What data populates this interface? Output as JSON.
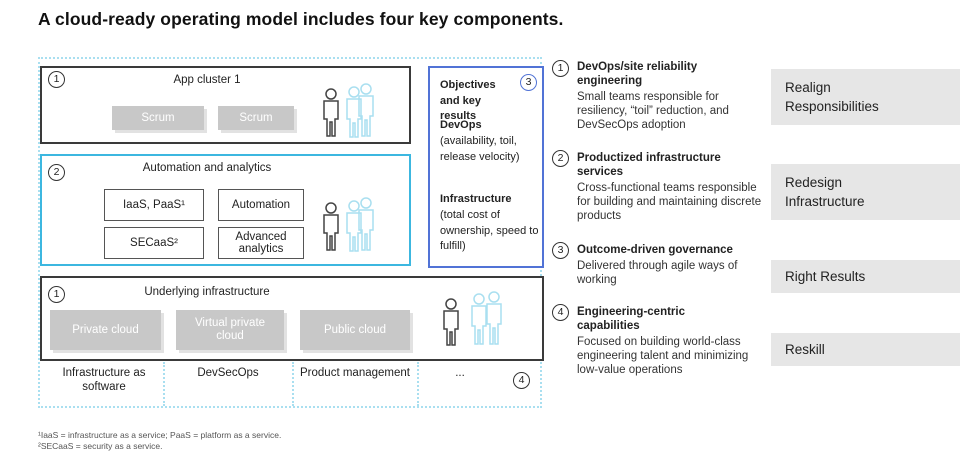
{
  "title": "A cloud-ready operating model includes four key components.",
  "app_cluster": {
    "number": "1",
    "title": "App cluster 1",
    "buttons": [
      "Scrum",
      "Scrum"
    ]
  },
  "automation": {
    "number": "2",
    "title": "Automation and analytics",
    "buttons": [
      "IaaS, PaaS¹",
      "Automation",
      "SECaaS²",
      "Advanced analytics"
    ]
  },
  "infrastructure": {
    "number": "1",
    "title": "Underlying infrastructure",
    "buttons": [
      "Private cloud",
      "Virtual private cloud",
      "Public cloud"
    ]
  },
  "okr": {
    "number": "3",
    "heading": "Objectives and key results",
    "devops_title": "DevOps",
    "devops_desc": "(availability, toil, release velocity)",
    "infra_title": "Infrastructure",
    "infra_desc": "(total cost of ownership, speed to fulfill)"
  },
  "bottom_labels": {
    "items": [
      "Infrastructure as software",
      "DevSecOps",
      "Product management",
      "..."
    ],
    "number": "4"
  },
  "components": [
    {
      "number": "1",
      "title": "DevOps/site reliability engineering",
      "desc": "Small teams responsible for resiliency, “toil” reduction, and DevSecOps adoption"
    },
    {
      "number": "2",
      "title": "Productized infrastructure services",
      "desc": "Cross-functional teams responsible for building and maintaining discrete products"
    },
    {
      "number": "3",
      "title": "Outcome-driven governance",
      "desc": "Delivered through agile ways of working"
    },
    {
      "number": "4",
      "title": "Engineering-centric capabilities",
      "desc": "Focused on building world-class engineering talent and minimizing low-value operations"
    }
  ],
  "right_labels": [
    "Realign Responsibilities",
    "Redesign Infrastructure",
    "Right Results",
    "Reskill"
  ],
  "footnotes": [
    "¹IaaS = infrastructure as a service; PaaS = platform as a service.",
    "²SECaaS = security as a service."
  ],
  "colors": {
    "cyan_border": "#3cb7e0",
    "blue_border": "#5173d6",
    "dotted": "#a9dff0",
    "grey_button": "#c8c8c8",
    "right_box": "#e6e6e6"
  }
}
